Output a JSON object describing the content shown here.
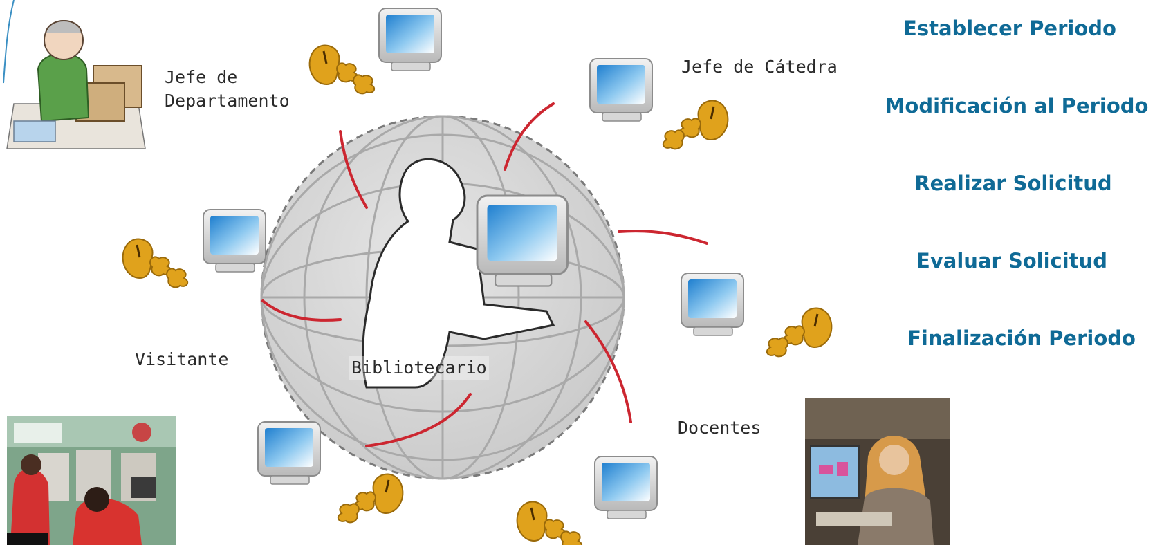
{
  "roles": {
    "jefe_departamento": [
      "Jefe de",
      "Departamento"
    ],
    "jefe_catedra": "Jefe de Cátedra",
    "visitante": "Visitante",
    "bibliotecario": "Bibliotecario",
    "docentes": "Docentes"
  },
  "actions": [
    "Establecer Periodo",
    "Modificación al Periodo",
    "Realizar Solicitud",
    "Evaluar Solicitud",
    "Finalización Periodo"
  ],
  "colors": {
    "action_text": "#0f6a96",
    "connector": "#cc2630",
    "globe": "#d8d8d8",
    "mouse": "#e0a21c",
    "screen": "#4aa3dd"
  }
}
